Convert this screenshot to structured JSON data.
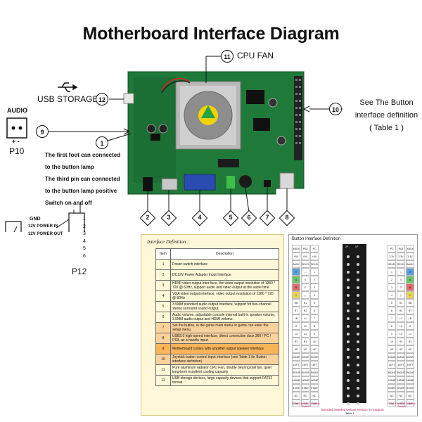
{
  "title": "Motherboard Interface Diagram",
  "labels": {
    "cpu_fan": "CPU FAN",
    "usb_storage": "USB STORAGE",
    "audio": "AUDIO",
    "p10": "P10",
    "p10_pins": "+  -",
    "p12": "P12",
    "gnd": "GND",
    "power_in": "12V POWER IN",
    "power_out": "12V POWER OUT",
    "button_ref": [
      "See The Button",
      "interface definition",
      "( Table 1 )"
    ]
  },
  "callouts": [
    "1",
    "2",
    "3",
    "4",
    "5",
    "6",
    "7",
    "8",
    "9",
    "10",
    "11",
    "12"
  ],
  "notes": [
    "The first foot can connected",
    "to the button lamp",
    "The third pin can connected",
    "to the button lamp positive",
    "Switch on and off"
  ],
  "p12_pins": [
    "1",
    "2",
    "3",
    "4",
    "5",
    "6"
  ],
  "interface_definition": {
    "title": "Interface Definition :",
    "headers": [
      "Item",
      "Description"
    ],
    "rows": [
      {
        "item": "1",
        "desc": "Power switch interface"
      },
      {
        "item": "2",
        "desc": "DC12V Power Adapter Input Interface"
      },
      {
        "item": "3",
        "desc": "HDMI video output inter face, the video output resolution of 1280 * 720 @ 60Hz, support audio and video output at the same time"
      },
      {
        "item": "4",
        "desc": "VGA video output interface, video output resolution of 1280 * 720 @ 60Hz"
      },
      {
        "item": "5",
        "desc": "3.5MM standard audio output interface, support for two-channel stereo surround sound output"
      },
      {
        "item": "6",
        "desc": "Audio volume, adjustable console internal built-in speaker volume, 3.5MM audio output and HDMI volume."
      },
      {
        "item": "7",
        "desc": "Set the button, in the game main menu or game can enter the setup menu."
      },
      {
        "item": "8",
        "desc": "USB2.0 high-speed interface, direct connection xbox 360 / PC / PS3, as a handle input."
      },
      {
        "item": "9",
        "desc": "Motherboard comes with amplifier output speaker interface"
      },
      {
        "item": "10",
        "desc": "Joystick button control input interface (see Table 1 for Button interface definition)"
      },
      {
        "item": "11",
        "desc": "Pure aluminum radiator CPU Fan, double bearing ball fan, quiet long-term excellent cooling capacity"
      },
      {
        "item": "12",
        "desc": "USB storage devices, large capacity devices that support FAT32 format"
      }
    ]
  },
  "button_interface": {
    "title": "Button Interface Definition",
    "left_headers": [
      "XBOX 360",
      "PS3",
      "PC"
    ],
    "right_headers": [
      "PC",
      "PS3",
      "XBOX 360"
    ],
    "pin_headers": [
      "2P",
      "1P"
    ],
    "left_rows": [
      [
        "+5V",
        "+5V",
        "+5V"
      ],
      [
        "BACK",
        "SELECT",
        "SELECT"
      ],
      [
        "X",
        "□",
        "1"
      ],
      [
        "A",
        "X",
        "2"
      ],
      [
        "B",
        "O",
        "3"
      ],
      [
        "Y",
        "△",
        "4"
      ],
      [
        "RB",
        "R1",
        "5"
      ],
      [
        "RT",
        "R2",
        "6"
      ],
      [
        "LB",
        "L1",
        "7"
      ],
      [
        "LT",
        "L2",
        "8"
      ],
      [
        "L3",
        "L3",
        "9"
      ],
      [
        "R3",
        "R3",
        "10"
      ],
      [
        "UP",
        "UP",
        "UP"
      ],
      [
        "DOWN",
        "DOWN",
        "DOWN"
      ],
      [
        "LEFT",
        "LEFT",
        "LEFT"
      ],
      [
        "RIGHT",
        "RIGHT",
        "RIGHT"
      ],
      [
        "HOME",
        "HOME",
        "HOME"
      ],
      [
        "START",
        "START",
        "START"
      ],
      [
        "NC",
        "NC",
        "NC"
      ],
      [
        "GND",
        "GND",
        "GND"
      ]
    ],
    "right_rows": [
      [
        "3.3V",
        "3.3V",
        "3.3V"
      ],
      [
        "SELECT",
        "SELECT",
        "BACK"
      ],
      [
        "1",
        "□",
        "X"
      ],
      [
        "2",
        "X",
        "A"
      ],
      [
        "3",
        "O",
        "B"
      ],
      [
        "4",
        "△",
        "Y"
      ],
      [
        "5",
        "R1",
        "RB"
      ],
      [
        "6",
        "R2",
        "RT"
      ],
      [
        "7",
        "L1",
        "LB"
      ],
      [
        "8",
        "L2",
        "LT"
      ],
      [
        "9",
        "L3",
        "L3"
      ],
      [
        "10",
        "R3",
        "R3"
      ],
      [
        "UP",
        "UP",
        "UP"
      ],
      [
        "DOWN",
        "DOWN",
        "DOWN"
      ],
      [
        "LEFT",
        "LEFT",
        "LEFT"
      ],
      [
        "RIGHT",
        "RIGHT",
        "RIGHT"
      ],
      [
        "HOME",
        "HOME",
        "HOME"
      ],
      [
        "START",
        "START",
        "START"
      ],
      [
        "NC",
        "NC",
        "NC"
      ],
      [
        "GND",
        "GND",
        "GND"
      ]
    ],
    "left_switch": "Extra Xbox360 Joystick Switch",
    "right_switch": "Extra Xbox360 Joystick Switch",
    "footer": "Xbox360 Needed Deluxe Version To Support",
    "table_label": "Table 1"
  },
  "colors": {
    "pcb": "#1f7a3a",
    "pcb_dark": "#14592a",
    "fan_frame": "#b9b9b9",
    "vga_blue": "#2a4bb0",
    "audio_green": "#3fbf4a",
    "highlight_orange": "#f7c27a",
    "panel_yellow": "#fff8d8"
  }
}
